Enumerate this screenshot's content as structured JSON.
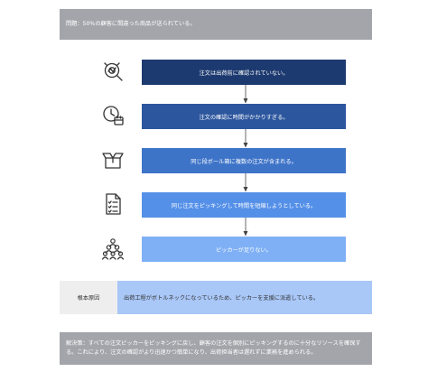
{
  "problem": "問題：50%の顧客に間違った商品が送られている。",
  "steps": [
    {
      "text": "注文は出荷前に確認されていない。",
      "color": "#1d3a70",
      "icon": "target-magnifier-icon"
    },
    {
      "text": "注文の確認に時間がかかりすぎる。",
      "color": "#2c569e",
      "icon": "clock-calendar-icon"
    },
    {
      "text": "同じ段ボール箱に複数の注文が含まれる。",
      "color": "#3e74c8",
      "icon": "open-box-icon"
    },
    {
      "text": "同じ注文をピッキングして時間を短縮しようとしている。",
      "color": "#5590e8",
      "icon": "checklist-icon"
    },
    {
      "text": "ピッカーが足りない。",
      "color": "#7fb0f5",
      "icon": "people-group-icon"
    }
  ],
  "root_cause": {
    "label": "根本原因",
    "text": "出荷工程がボトルネックになっているため、ピッカーを支援に派遣している。"
  },
  "solution": "解決策：すべての注文ピッカーをピッキングに戻し、顧客の注文を個別にピッキングするのに十分なリソースを確保する。これにより、注文の確認がより迅速かつ簡単になり、出荷担当者は遅れずに業務を進められる。"
}
